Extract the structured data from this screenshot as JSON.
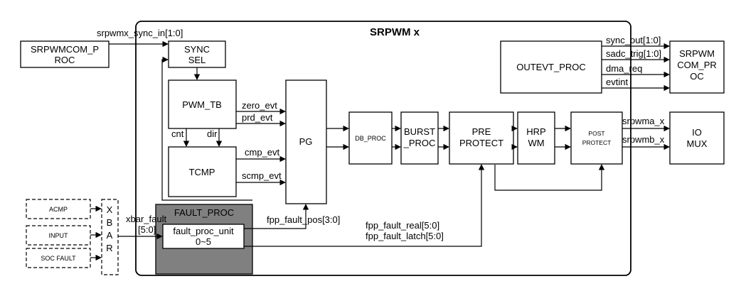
{
  "diagram": {
    "title": "SRPWM x",
    "blocks": {
      "srpwmcom_left": [
        "SRPWMCOM_P",
        "ROC"
      ],
      "sync_sel": [
        "SYNC",
        "SEL"
      ],
      "pwm_tb": "PWM_TB",
      "tcmp": "TCMP",
      "pg": "PG",
      "db_proc": "DB_PROC",
      "burst_proc": [
        "BURST",
        "_PROC"
      ],
      "pre_protect": [
        "PRE",
        "PROTECT"
      ],
      "hrpwm": [
        "HRP",
        "WM"
      ],
      "post_protect": [
        "POST",
        "PROTECT"
      ],
      "outevt_proc": "OUTEVT_PROC",
      "srpwmcom_right": [
        "SRPWM",
        "COM_PR",
        "OC"
      ],
      "io_mux": [
        "IO",
        "MUX"
      ],
      "fault_proc": "FAULT_PROC",
      "fault_proc_unit": [
        "fault_proc_unit",
        "0~5"
      ],
      "acmp": "ACMP",
      "input": "INPUT",
      "soc_fault": "SOC FAULT",
      "xbar": [
        "X",
        "B",
        "A",
        "R"
      ]
    },
    "signals": {
      "sync_in": "srpwmx_sync_in[1:0]",
      "zero_evt": "zero_evt",
      "prd_evt": "prd_evt",
      "cnt": "cnt",
      "dir": "dir",
      "cmp_evt": "cmp_evt",
      "scmp_evt": "scmp_evt",
      "sync_out": "sync_out[1:0]",
      "sadc_trig": "sadc_trig[1:0]",
      "dma_req": "dma_req",
      "evtint": "evtint",
      "srpwma": "srpwma_x",
      "srpwmb": "srpwmb_x",
      "xbar_fault": "xbar_fault",
      "xbar_fault_width": "[5:0]",
      "fpp_fault_pos": "fpp_fault_pos[3:0]",
      "fpp_fault_real": "fpp_fault_real[5:0]",
      "fpp_fault_latch": "fpp_fault_latch[5:0]"
    },
    "colors": {
      "fault_proc_fill": "#808080",
      "line": "#000000",
      "background": "#ffffff"
    }
  }
}
